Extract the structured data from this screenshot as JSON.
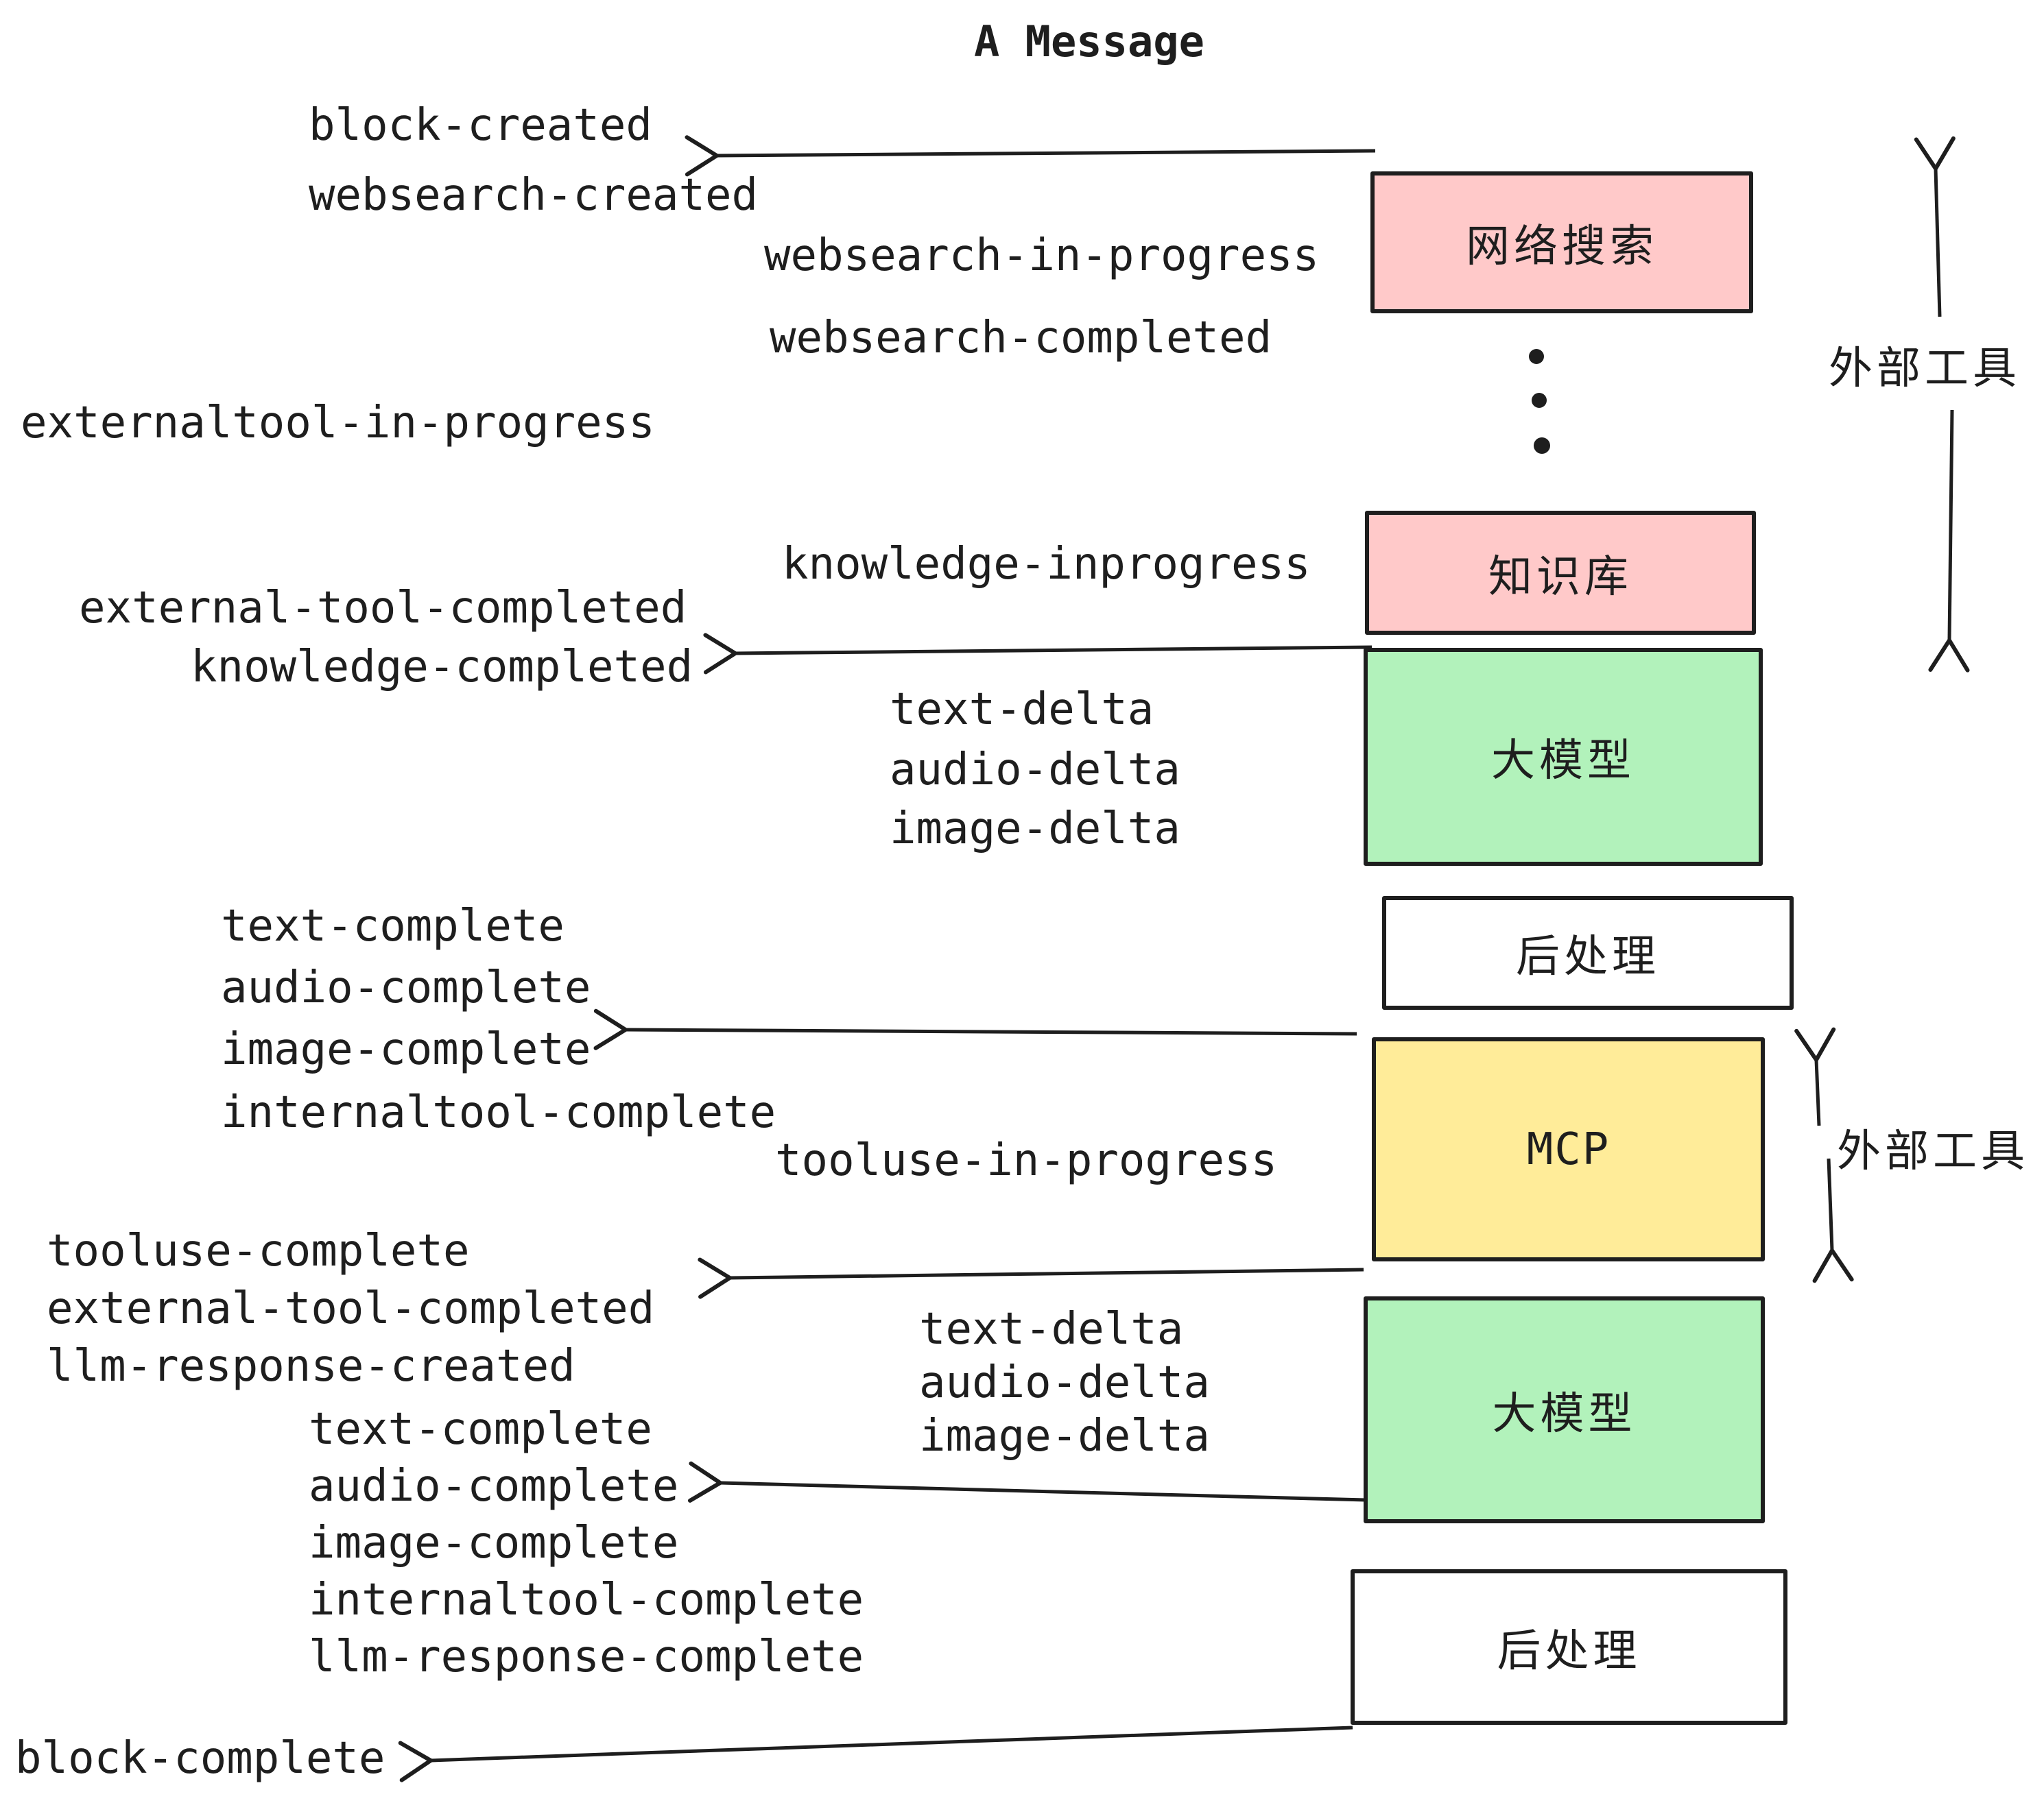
{
  "title": "A Message",
  "colors": {
    "pink": "#ffc9c9",
    "green": "#b2f2bb",
    "yellow": "#ffec99",
    "white": "#ffffff",
    "ink": "#1e1e1e"
  },
  "boxes": [
    {
      "id": "websearch",
      "label": "网络搜索",
      "color": "#ffc9c9"
    },
    {
      "id": "knowledge",
      "label": "知识库",
      "color": "#ffc9c9"
    },
    {
      "id": "llm1",
      "label": "大模型",
      "color": "#b2f2bb"
    },
    {
      "id": "post1",
      "label": "后处理",
      "color": "#ffffff"
    },
    {
      "id": "mcp",
      "label": "MCP",
      "color": "#ffec99"
    },
    {
      "id": "llm2",
      "label": "大模型",
      "color": "#b2f2bb"
    },
    {
      "id": "post2",
      "label": "后处理",
      "color": "#ffffff"
    }
  ],
  "side_labels": {
    "external_tools_top": "外部工具",
    "external_tools_bottom": "外部工具"
  },
  "events": {
    "block_created": "block-created",
    "websearch_created": "websearch-created",
    "websearch_in_progress": "websearch-in-progress",
    "websearch_completed": "websearch-completed",
    "externaltool_in_progress": "externaltool-in-progress",
    "knowledge_inprogress": "knowledge-inprogress",
    "external_tool_completed": "external-tool-completed",
    "knowledge_completed": "knowledge-completed",
    "delta_group1": [
      "text-delta",
      "audio-delta",
      "image-delta"
    ],
    "complete_group1": [
      "text-complete",
      "audio-complete",
      "image-complete",
      "internaltool-complete"
    ],
    "tooluse_in_progress": "tooluse-in-progress",
    "tooluse_complete": "tooluse-complete",
    "external_tool_completed2": "external-tool-completed",
    "llm_response_created": "llm-response-created",
    "delta_group2": [
      "text-delta",
      "audio-delta",
      "image-delta"
    ],
    "complete_group2": [
      "text-complete",
      "audio-complete",
      "image-complete",
      "internaltool-complete",
      "llm-response-complete"
    ],
    "block_complete": "block-complete"
  }
}
